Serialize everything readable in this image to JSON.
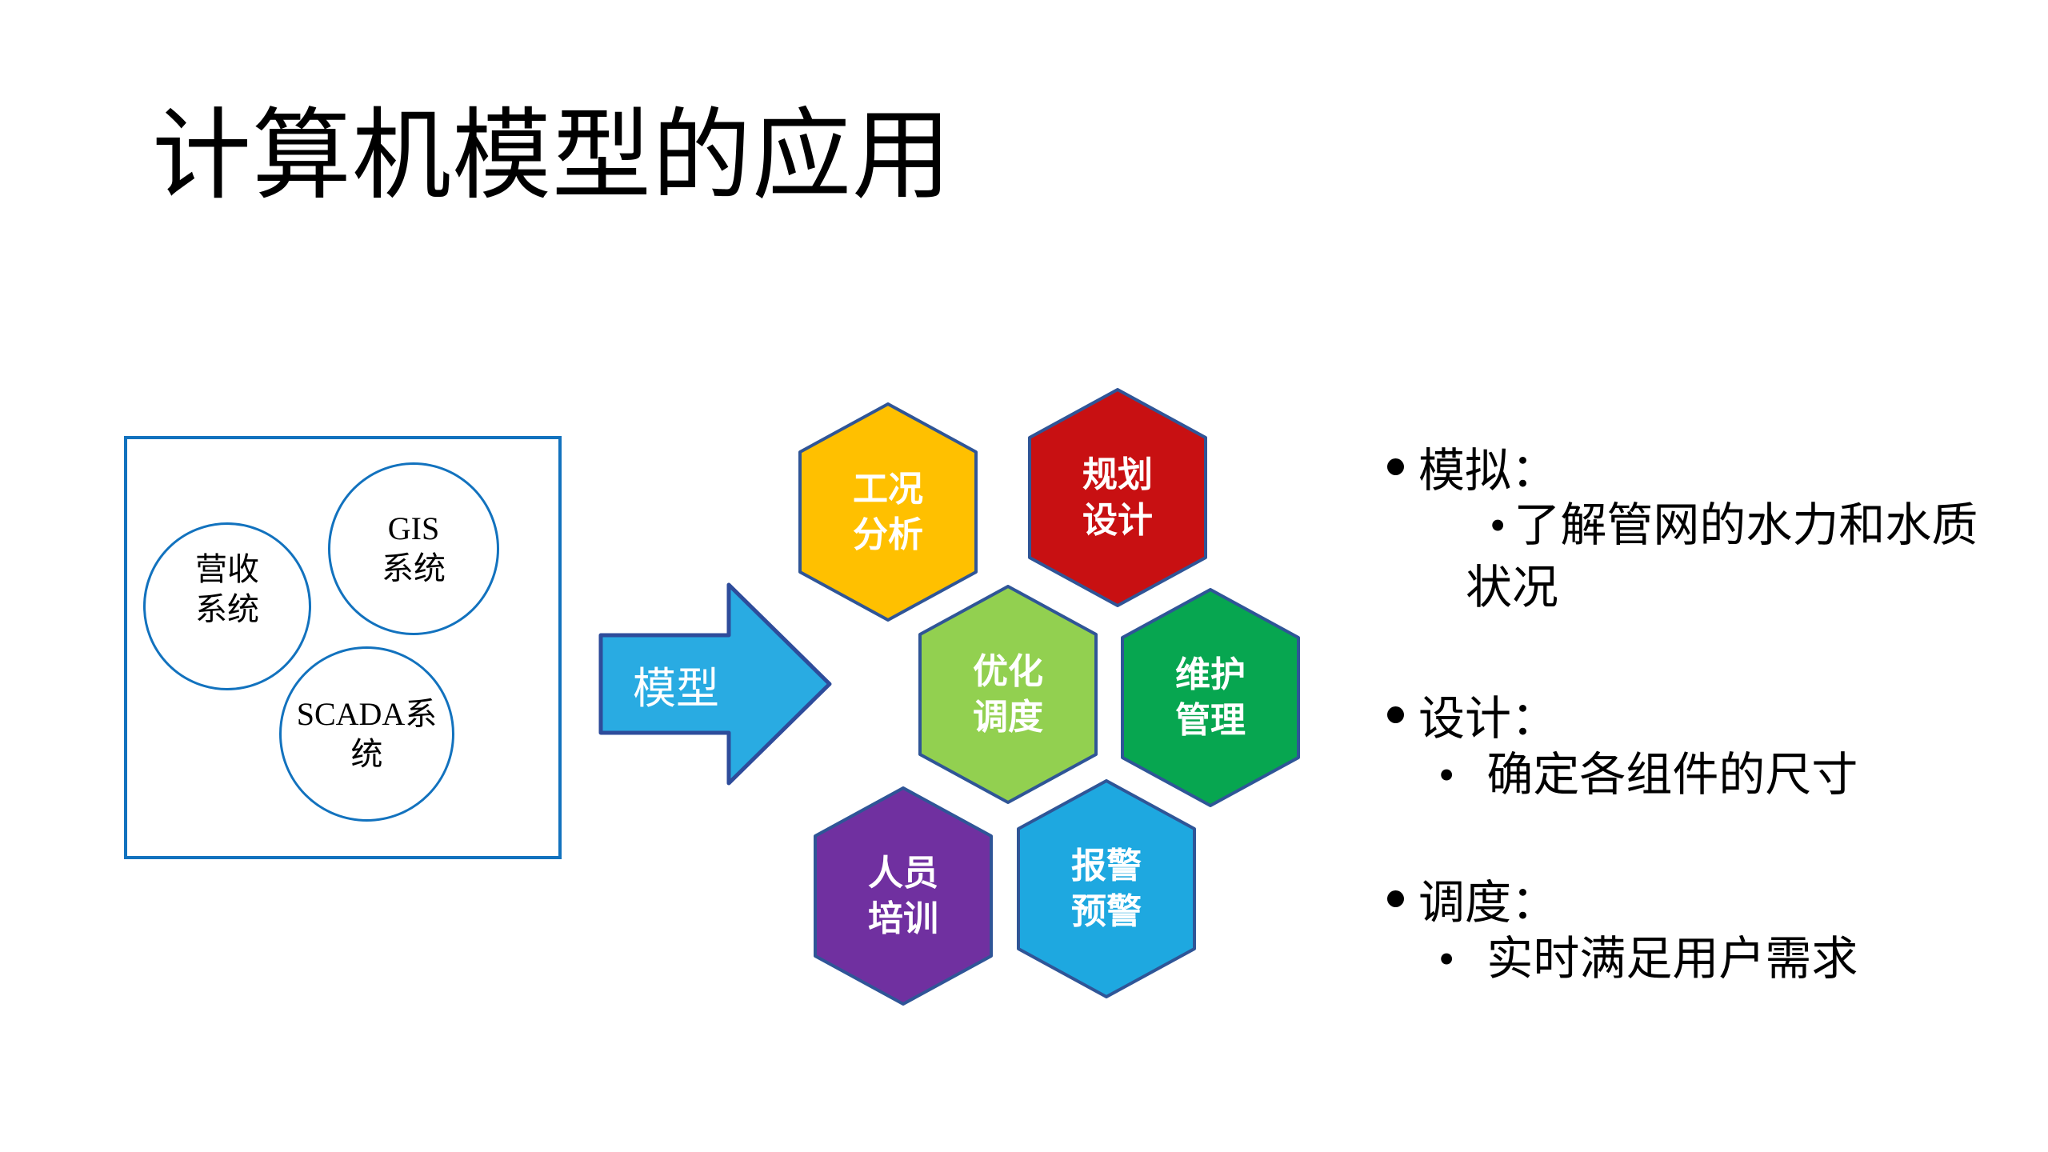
{
  "bullet_char": "•",
  "slide": {
    "title": "计算机模型的应用",
    "background": "#FFFFFF"
  },
  "source_systems": {
    "box_border_color": "#1272BE",
    "circles": [
      {
        "name": "revenue-system",
        "line1": "营收",
        "line2": "系统"
      },
      {
        "name": "gis-system",
        "line1": "GIS",
        "line2": "系统"
      },
      {
        "name": "scada-system",
        "line1": "SCADA系",
        "line2": "统"
      }
    ]
  },
  "arrow": {
    "label": "模型",
    "fill": "#29ABE2",
    "stroke": "#2E4C9B"
  },
  "hexagons": {
    "stroke": "#2F5597",
    "items": [
      {
        "name": "condition-analysis",
        "line1": "工况",
        "line2": "分析",
        "fill": "#FFC000"
      },
      {
        "name": "planning-design",
        "line1": "规划",
        "line2": "设计",
        "fill": "#C81012"
      },
      {
        "name": "optimization-dispatch",
        "line1": "优化",
        "line2": "调度",
        "fill": "#92D050"
      },
      {
        "name": "maintenance-management",
        "line1": "维护",
        "line2": "管理",
        "fill": "#07A650"
      },
      {
        "name": "personnel-training",
        "line1": "人员",
        "line2": "培训",
        "fill": "#7030A0"
      },
      {
        "name": "alarm-warning",
        "line1": "报警",
        "line2": "预警",
        "fill": "#1EA8E0"
      }
    ]
  },
  "notes": [
    {
      "label": "模拟：",
      "detail": "了解管网的水力和水质状况"
    },
    {
      "label": "设计：",
      "detail": "确定各组件的尺寸"
    },
    {
      "label": "调度：",
      "detail": "实时满足用户需求"
    }
  ]
}
